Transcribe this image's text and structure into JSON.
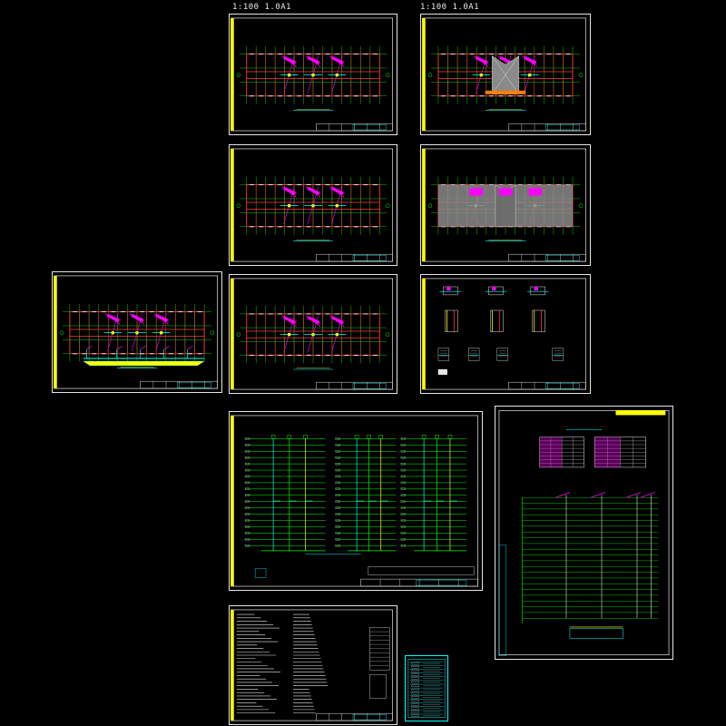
{
  "scale_labels": [
    "1:100  1.0A1",
    "1:100  1.0A1"
  ],
  "sheets": [
    {
      "id": "floor-plan-1",
      "kind": "plan"
    },
    {
      "id": "floor-plan-2",
      "kind": "plan-roof"
    },
    {
      "id": "floor-plan-3",
      "kind": "plan"
    },
    {
      "id": "floor-plan-4",
      "kind": "plan-gray"
    },
    {
      "id": "floor-plan-5",
      "kind": "plan-riser"
    },
    {
      "id": "floor-plan-6",
      "kind": "plan"
    },
    {
      "id": "detail-sheet",
      "kind": "details"
    },
    {
      "id": "system-diagram-1",
      "kind": "system"
    },
    {
      "id": "system-diagram-2",
      "kind": "system-tables"
    },
    {
      "id": "design-notes",
      "kind": "notes"
    },
    {
      "id": "legend-table",
      "kind": "legend"
    }
  ],
  "colors": {
    "background": "#000000",
    "frame": "#e6e6e6",
    "grid": "#00ff00",
    "wall": "#ff3b3b",
    "fixture": "#ff00ff",
    "pipe": "#00ffff",
    "highlight": "#ffff00",
    "gray_fill": "#8a8a8a"
  }
}
